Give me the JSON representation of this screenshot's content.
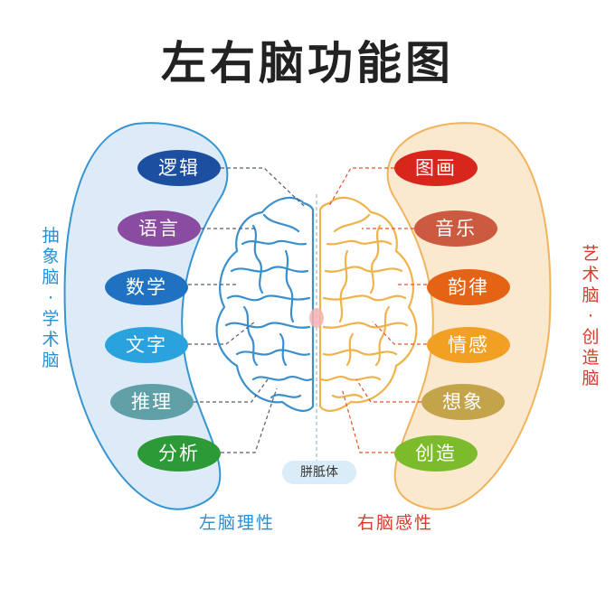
{
  "title": "左右脑功能图",
  "left": {
    "side_label": [
      "抽",
      "象",
      "脑",
      "·",
      "学",
      "术",
      "脑"
    ],
    "caption": "左脑理性",
    "items": [
      {
        "label": "逻辑",
        "color": "#1d4fa0"
      },
      {
        "label": "语言",
        "color": "#8a4ca0"
      },
      {
        "label": "数学",
        "color": "#1f72c2"
      },
      {
        "label": "文字",
        "color": "#2aa2dd"
      },
      {
        "label": "推理",
        "color": "#5f9fa6"
      },
      {
        "label": "分析",
        "color": "#2d9a38"
      }
    ]
  },
  "right": {
    "side_label": [
      "艺",
      "术",
      "脑",
      "·",
      "创",
      "造",
      "脑"
    ],
    "caption": "右脑感性",
    "items": [
      {
        "label": "图画",
        "color": "#d8261c"
      },
      {
        "label": "音乐",
        "color": "#cc5a40"
      },
      {
        "label": "韵律",
        "color": "#e56315"
      },
      {
        "label": "情感",
        "color": "#f2a024"
      },
      {
        "label": "想象",
        "color": "#c4a44a"
      },
      {
        "label": "创造",
        "color": "#7bbb2c"
      }
    ]
  },
  "corpus_label": "胼胝体",
  "colors": {
    "left_panel_fill": "#dcebf7",
    "left_panel_stroke": "#3594d2",
    "right_panel_fill": "#fbe9cf",
    "right_panel_stroke": "#f1b35c",
    "left_brain_stroke": "#3a8fcd",
    "right_brain_stroke": "#f0b24a",
    "connector_left": "#555e6c",
    "connector_right": "#e0562e"
  }
}
